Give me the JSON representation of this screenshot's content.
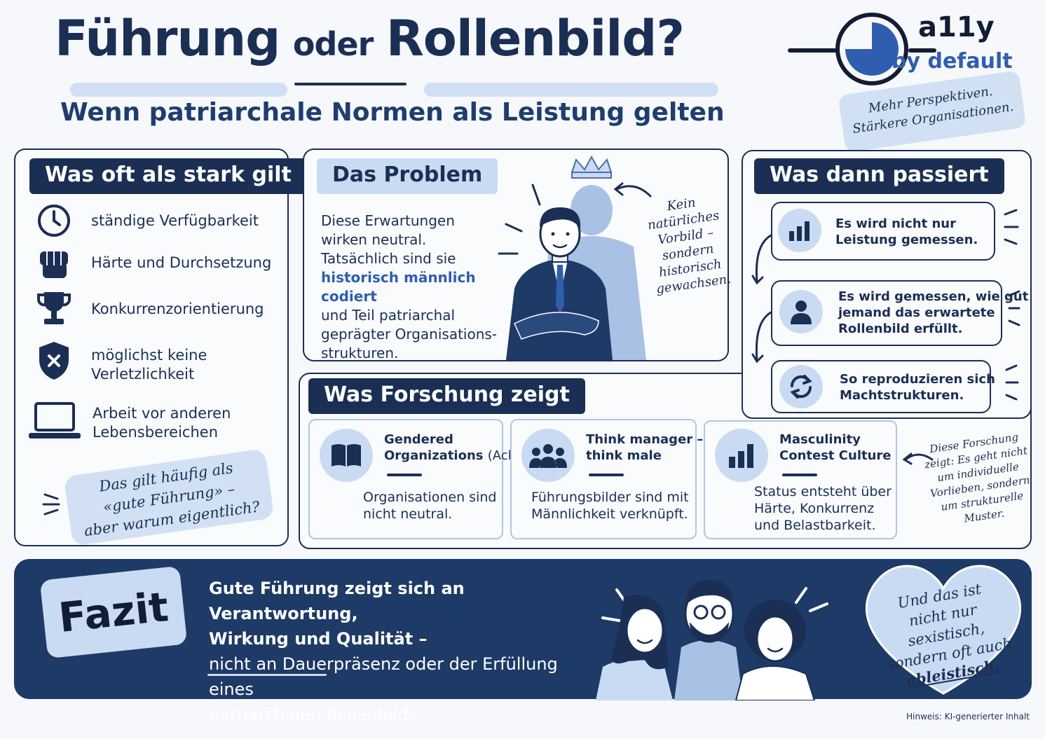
{
  "header": {
    "title_part1": "Führung",
    "title_part2": "oder",
    "title_part3": "Rollenbild?",
    "subtitle": "Wenn patriarchale Normen als Leistung gelten"
  },
  "logo": {
    "brand": "a11y",
    "brand_sub": "by default",
    "tagline_line1": "Mehr Perspektiven.",
    "tagline_line2": "Stärkere Organisationen."
  },
  "left_panel": {
    "heading": "Was oft als stark gilt",
    "items": [
      {
        "icon": "clock-icon",
        "label": "ständige Verfügbarkeit"
      },
      {
        "icon": "fist-icon",
        "label": "Härte und Durchsetzung"
      },
      {
        "icon": "trophy-icon",
        "label": "Konkurrenzorientierung"
      },
      {
        "icon": "shield-icon",
        "label_line1": "möglichst keine",
        "label_line2": "Verletzlichkeit"
      },
      {
        "icon": "laptop-icon",
        "label_line1": "Arbeit vor anderen",
        "label_line2": "Lebensbereichen"
      }
    ],
    "note_line1": "Das gilt häufig als",
    "note_line2": "«gute Führung» –",
    "note_line3": "aber warum eigentlich?"
  },
  "problem_panel": {
    "heading": "Das Problem",
    "text_line1": "Diese Erwartungen",
    "text_line2": "wirken neutral.",
    "text_line3": "Tatsächlich sind sie",
    "text_highlight": "historisch männlich codiert",
    "text_line5": "und Teil patriarchal",
    "text_line6": "geprägter Organisations-",
    "text_line7": "strukturen.",
    "annotation_lines": [
      "Kein",
      "natürliches",
      "Vorbild –",
      "sondern",
      "historisch",
      "gewachsen."
    ]
  },
  "consequence_panel": {
    "heading": "Was dann passiert",
    "items": [
      {
        "icon": "bar-chart-icon",
        "line1": "Es wird nicht nur",
        "line2": "Leistung gemessen."
      },
      {
        "icon": "person-icon",
        "line1": "Es wird gemessen, wie gut",
        "line2": "jemand das erwartete",
        "line3": "Rollenbild erfüllt."
      },
      {
        "icon": "refresh-icon",
        "line1": "So reproduzieren sich",
        "line2": "Machtstrukturen."
      }
    ]
  },
  "research_panel": {
    "heading": "Was Forschung zeigt",
    "cards": [
      {
        "icon": "book-icon",
        "title_line1": "Gendered",
        "title_line2": "Organizations",
        "title_suffix": "(Acker)",
        "body_line1": "Organisationen sind",
        "body_line2": "nicht neutral."
      },
      {
        "icon": "group-icon",
        "title_line1": "Think manager –",
        "title_line2": "think male",
        "body_line1": "Führungsbilder sind mit",
        "body_line2": "Männlichkeit verknüpft."
      },
      {
        "icon": "bar-chart-icon",
        "title_line1": "Masculinity",
        "title_line2": "Contest Culture",
        "body_line1": "Status entsteht über",
        "body_line2": "Härte, Konkurrenz",
        "body_line3": "und Belastbarkeit."
      }
    ],
    "side_note_lines": [
      "Diese Forschung",
      "zeigt: Es geht nicht",
      "um individuelle",
      "Vorlieben, sondern",
      "um strukturelle",
      "Muster."
    ]
  },
  "fazit": {
    "label": "Fazit",
    "bold_line1": "Gute Führung  zeigt sich an Verantwortung,",
    "bold_line2": "Wirkung und Qualität –",
    "line3": "nicht an Dauerpräsenz oder der Erfüllung eines",
    "line4": "patriarchalen Rollenbilds.",
    "heart_lines": [
      "Und das ist",
      "nicht nur sexistisch,",
      "sondern oft auch",
      "ableistisch."
    ]
  },
  "footnote": "Hinweis: KI-generierter Inhalt",
  "colors": {
    "navy": "#1b2f55",
    "light_blue": "#c9dbf2",
    "accent_blue": "#2f5eae"
  }
}
